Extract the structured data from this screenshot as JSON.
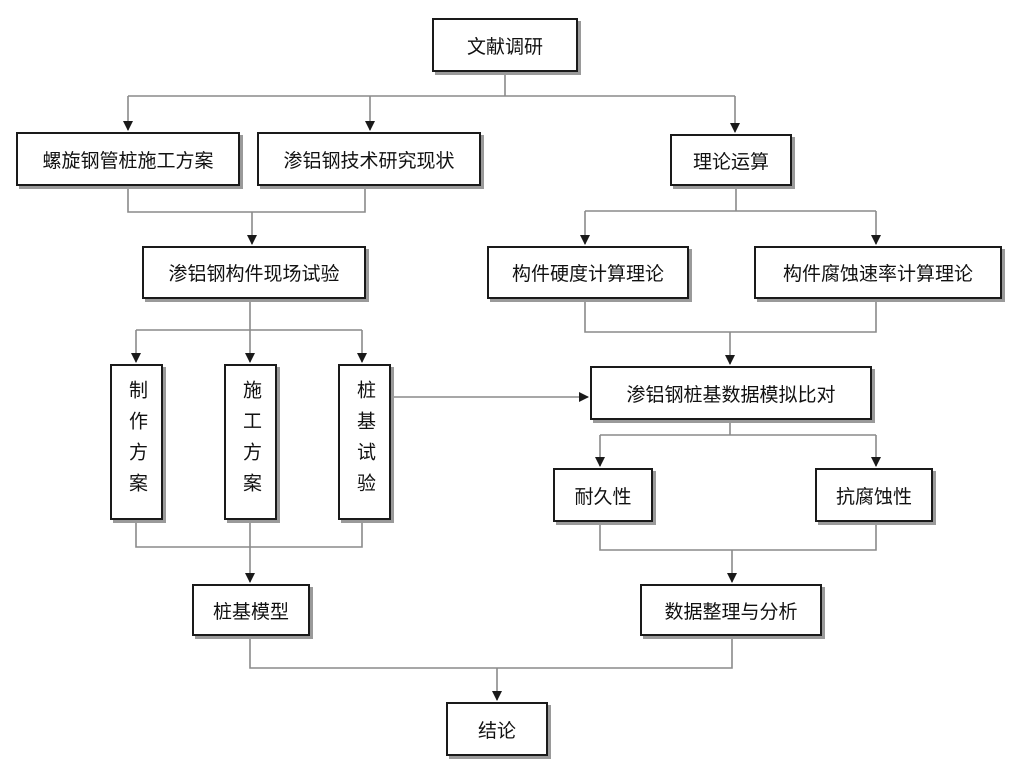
{
  "nodes": {
    "literature": "文献调研",
    "spiral_plan": "螺旋钢管桩施工方案",
    "tech_status": "渗铝钢技术研究现状",
    "theory_calc": "理论运算",
    "field_test": "渗铝钢构件现场试验",
    "hardness_theory": "构件硬度计算理论",
    "corrosion_theory": "构件腐蚀速率计算理论",
    "fabrication_plan": "制作方案",
    "construction_plan": "施工方案",
    "pile_test": "桩基试验",
    "data_compare": "渗铝钢桩基数据模拟比对",
    "durability": "耐久性",
    "corrosion_resistance": "抗腐蚀性",
    "pile_model": "桩基模型",
    "data_analysis": "数据整理与分析",
    "conclusion": "结论"
  },
  "colors": {
    "line": "#8a8a8a",
    "arrow": "#1a1a1a",
    "border": "#1a1a1a",
    "shadow": "#9a9a9a"
  }
}
